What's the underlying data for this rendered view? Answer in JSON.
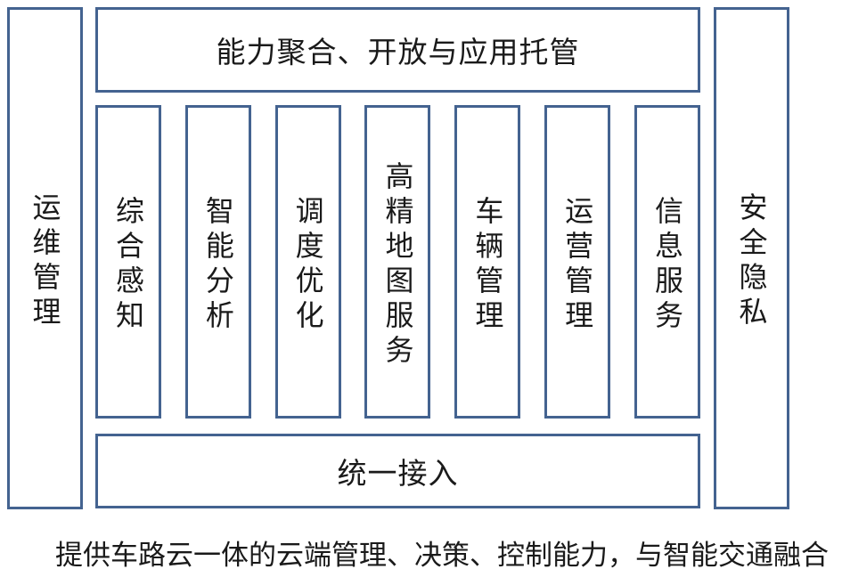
{
  "diagram": {
    "title_hint": "cloud-platform-architecture",
    "top_banner": {
      "label": "能力聚合、开放与应用托管"
    },
    "left_pillar": {
      "label": "运维管理"
    },
    "right_pillar": {
      "label": "安全隐私"
    },
    "modules": [
      {
        "label": "综合感知"
      },
      {
        "label": "智能分析"
      },
      {
        "label": "调度优化"
      },
      {
        "label": "高精地图服务"
      },
      {
        "label": "车辆管理"
      },
      {
        "label": "运营管理"
      },
      {
        "label": "信息服务"
      }
    ],
    "bottom_banner": {
      "label": "统一接入"
    },
    "caption": "提供车路云一体的云端管理、决策、控制能力，与智能交通融合",
    "colors": {
      "border": "#446390",
      "text": "#1a1a1a"
    }
  }
}
